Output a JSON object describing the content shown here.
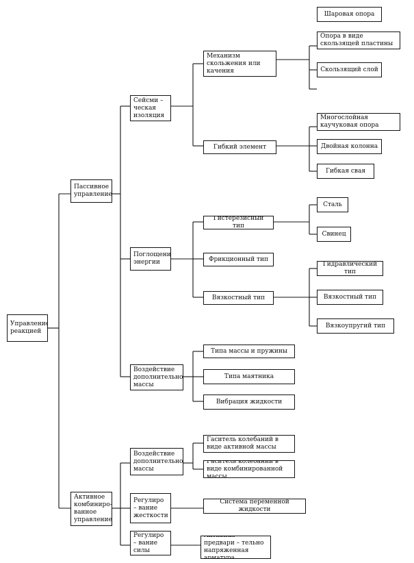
{
  "nodes": {
    "root": "Управление реакцией",
    "passive": "Пассивное управление",
    "active": "Активное комбиниро- ванное управление",
    "seismic_isolation": "Сейсми – ческая изоляция",
    "energy_absorption": "Поглощение энергии",
    "additional_mass_passive": "Воздействие дополнительной массы",
    "sliding_mechanism": "Механизм скольжения или качения",
    "flexible_element": "Гибкий элемент",
    "ball_bearing": "Шаровая опора",
    "sliding_plate": "Опора в виде скользящей пластины",
    "sliding_layer": "Скользящий слой",
    "multilayer_rubber": "Многослойная каучуковая опора",
    "double_column": "Двойная колонна",
    "flexible_pile": "Гибкая свая",
    "hysteresis_type": "Гистерезисный тип",
    "friction_type": "Фрикционный тип",
    "viscous_type": "Вязкостный тип",
    "steel": "Сталь",
    "lead": "Свинец",
    "hydraulic_type": "Гидравлический тип",
    "viscous_type_sub": "Вязкостный тип",
    "viscoelastic_type": "Вязкоупругий тип",
    "mass_spring_type": "Типа массы и пружины",
    "pendulum_type": "Типа маятника",
    "liquid_vibration": "Вибрация жидкости",
    "additional_mass_active": "Воздействие дополнительной массы",
    "force_regulation": "Регулиро – вание силы",
    "stiffness_regulation": "Регулиро – вание жесткости",
    "active_mass_damper": "Гаситель колебаний в виде активной массы",
    "hybrid_mass_damper": "Гаситель колебаний в виде комбинированной массы",
    "variable_fluid_system": "Система переменной жидкости",
    "active_prestressed": "Активная предвари – тельно напряженная арматура"
  }
}
